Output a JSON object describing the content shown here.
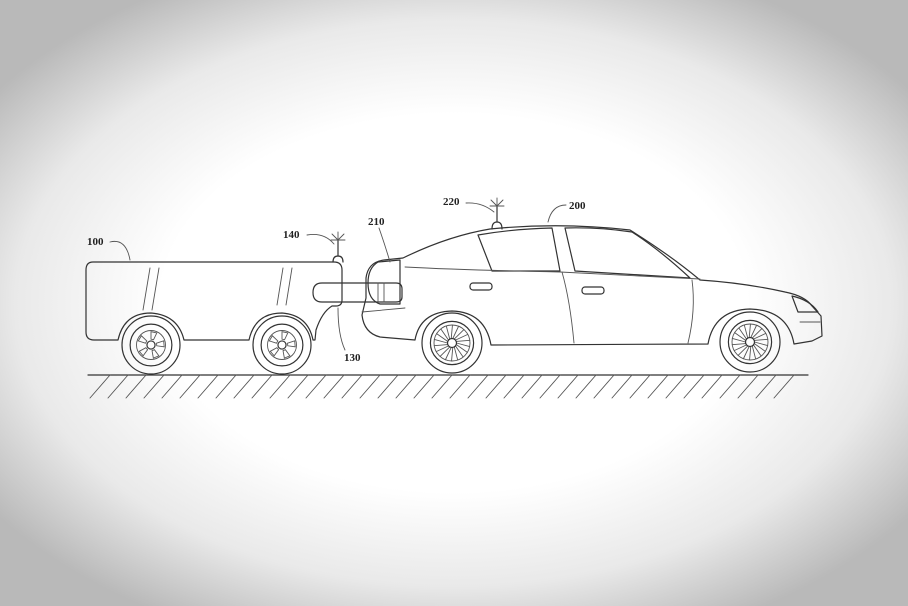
{
  "figure": {
    "reference_numerals": {
      "towing_unit": "100",
      "coupler": "130",
      "towing_unit_antenna": "140",
      "vehicle": "200",
      "vehicle_hitch": "210",
      "vehicle_antenna": "220"
    }
  }
}
